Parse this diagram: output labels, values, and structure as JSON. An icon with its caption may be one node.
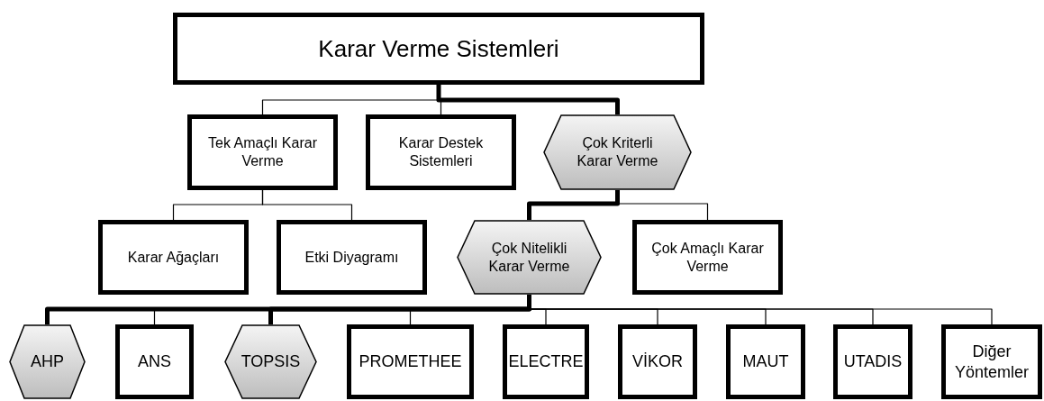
{
  "diagram": {
    "nodes": [
      {
        "text": [
          "Karar Verme Sistemleri"
        ]
      },
      {
        "text": [
          "Tek Amaçlı Karar Verme"
        ]
      },
      {
        "text": [
          "Karar Destek Sistemleri"
        ]
      },
      {
        "text": [
          "Çok Kriterli Karar Verme"
        ]
      },
      {
        "text": [
          "Karar Ağaçları"
        ]
      },
      {
        "text": [
          "Etki Diyagramı"
        ]
      },
      {
        "text": [
          "Çok Nitelikli Karar Verme"
        ]
      },
      {
        "text": [
          "Çok Amaçlı Karar Verme"
        ]
      },
      {
        "text": [
          "AHP"
        ]
      },
      {
        "text": [
          "ANS"
        ]
      },
      {
        "text": [
          "TOPSIS"
        ]
      },
      {
        "text": [
          "PROMETHEE"
        ]
      },
      {
        "text": [
          "ELECTRE"
        ]
      },
      {
        "text": [
          "VİKOR"
        ]
      },
      {
        "text": [
          "MAUT"
        ]
      },
      {
        "text": [
          "UTADIS"
        ]
      },
      {
        "text": [
          "Diğer Yöntemler"
        ]
      }
    ],
    "edges": [
      {
        "from": 0,
        "to": 1,
        "arrow": "none"
      },
      {
        "from": 0,
        "to": 2,
        "arrow": "none"
      },
      {
        "from": 0,
        "to": 3,
        "arrow": "none",
        "style": "thick"
      },
      {
        "from": 1,
        "to": 4,
        "arrow": "none"
      },
      {
        "from": 1,
        "to": 5,
        "arrow": "none"
      },
      {
        "from": 3,
        "to": 6,
        "arrow": "none",
        "style": "thick"
      },
      {
        "from": 3,
        "to": 7,
        "arrow": "none"
      },
      {
        "from": 6,
        "to": 8,
        "arrow": "none",
        "style": "thick"
      },
      {
        "from": 6,
        "to": 9,
        "arrow": "none"
      },
      {
        "from": 6,
        "to": 10,
        "arrow": "none",
        "style": "thick"
      },
      {
        "from": 6,
        "to": 11,
        "arrow": "none"
      },
      {
        "from": 6,
        "to": 12,
        "arrow": "none"
      },
      {
        "from": 6,
        "to": 13,
        "arrow": "none"
      },
      {
        "from": 6,
        "to": 14,
        "arrow": "none"
      },
      {
        "from": 6,
        "to": 15,
        "arrow": "none"
      },
      {
        "from": 6,
        "to": 16,
        "arrow": "none"
      }
    ]
  }
}
